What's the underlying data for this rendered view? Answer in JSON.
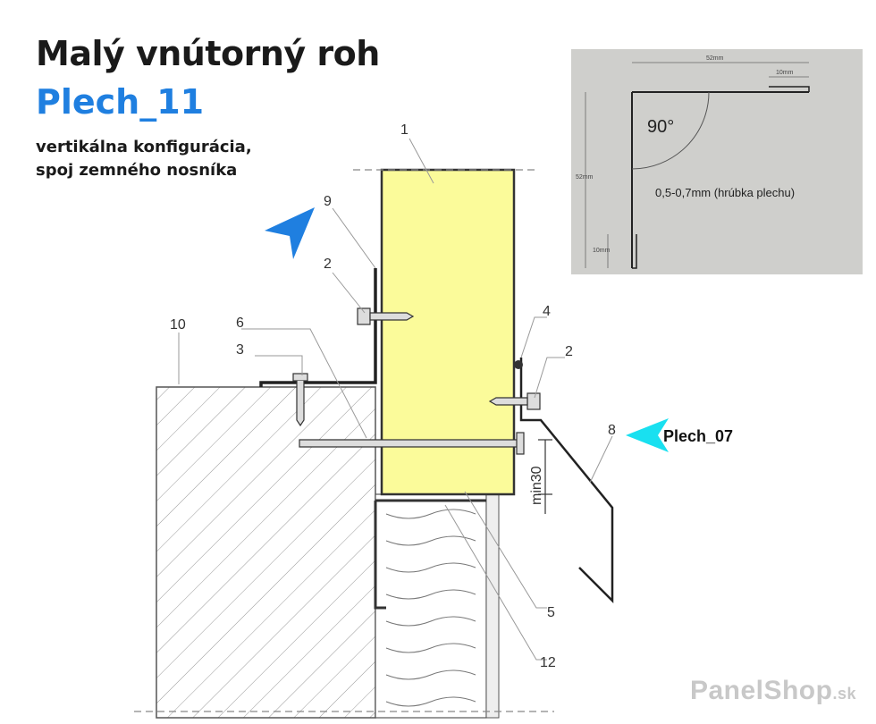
{
  "header": {
    "title": "Malý vnútorný roh",
    "subtitle": "Plech_11",
    "description_line1": "vertikálna konfigurácia,",
    "description_line2": "spoj zemného nosníka"
  },
  "callouts": [
    "1",
    "2",
    "2",
    "3",
    "4",
    "5",
    "6",
    "8",
    "9",
    "10",
    "12"
  ],
  "dimension_label": "min30",
  "pointer_label": "Plech_07",
  "inset": {
    "angle_label": "90°",
    "thickness_label": "0,5-0,7mm (hrúbka plechu)",
    "dim_top": "52mm",
    "dim_top_small": "10mm",
    "dim_left": "52mm",
    "dim_left_small": "10mm"
  },
  "brand": {
    "name": "PanelShop",
    "suffix": ".sk"
  },
  "colors": {
    "panel": "#fbfb9a",
    "arrow_blue": "#1f7fe0",
    "arrow_cyan": "#19e0f0",
    "inset_bg": "#cfcfcc"
  }
}
